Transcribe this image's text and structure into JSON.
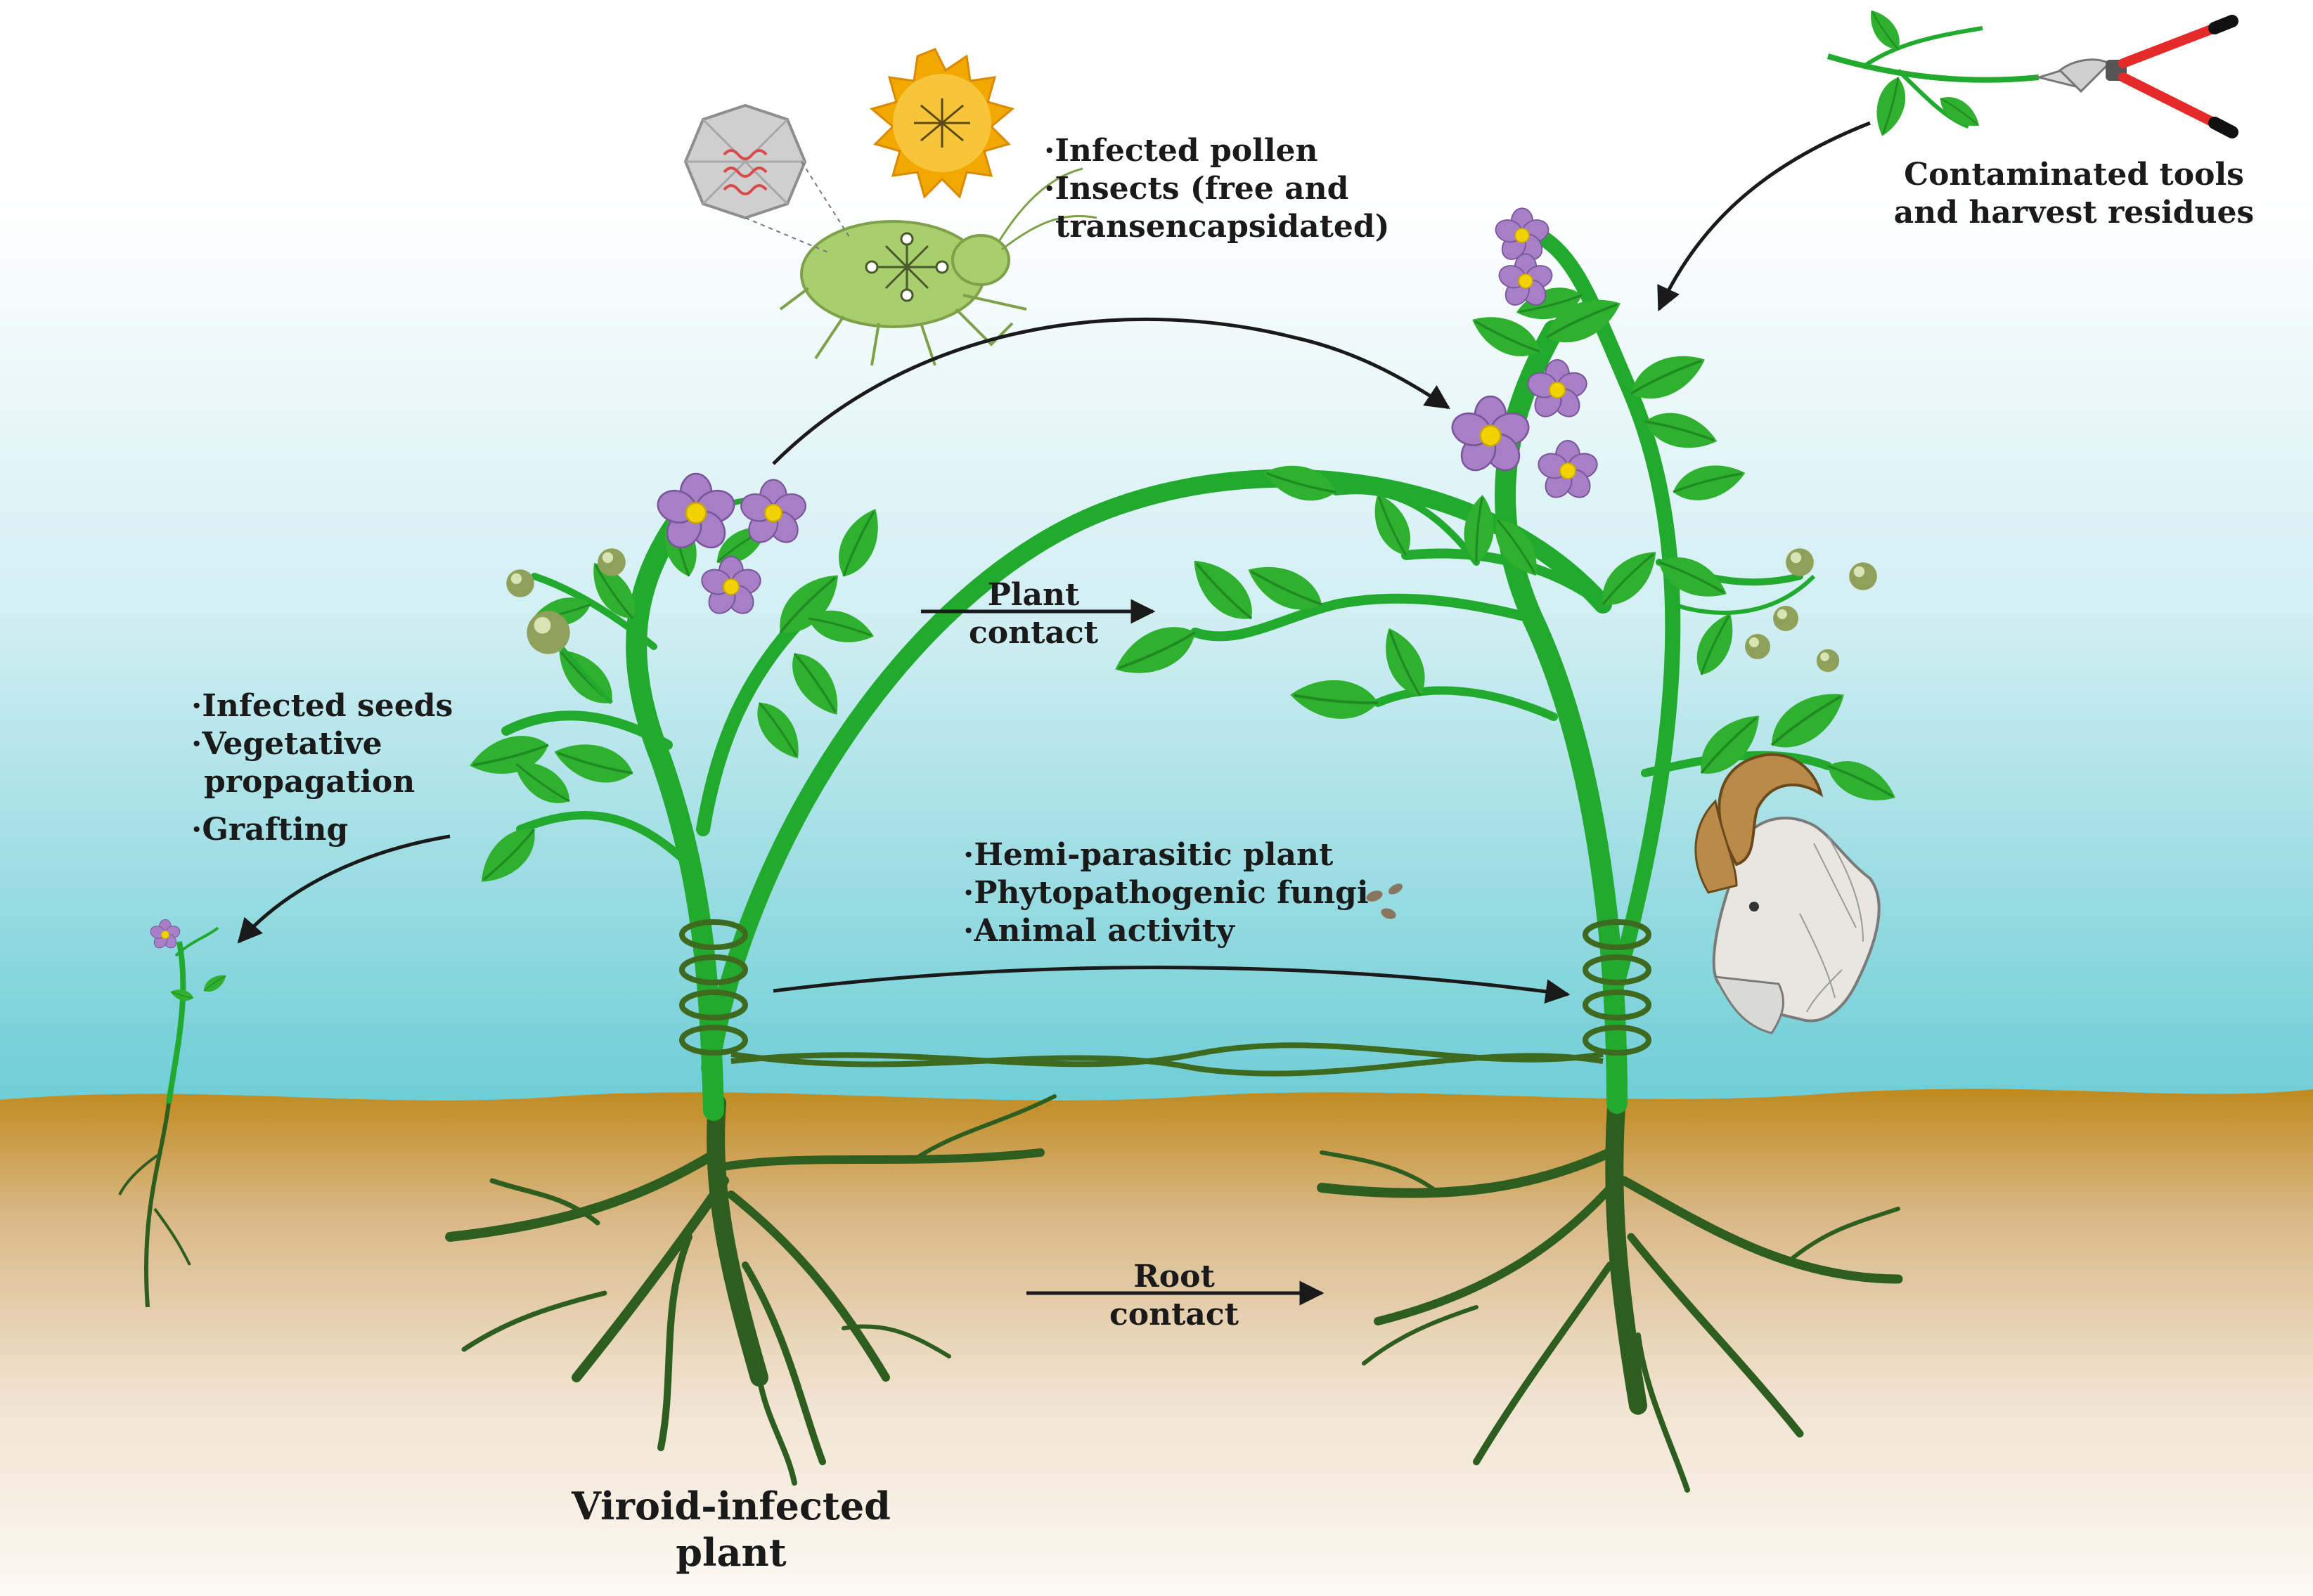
{
  "labels": {
    "insects_pollen": [
      "·Infected pollen",
      "·Insects (free and",
      "transencapsidated)"
    ],
    "tools": [
      "Contaminated tools",
      "and harvest residues"
    ],
    "seeds": [
      "·Infected seeds",
      "·Vegetative",
      "propagation",
      "·Grafting"
    ],
    "plant_contact": [
      "Plant",
      "contact"
    ],
    "hemi": [
      "·Hemi-parasitic plant",
      "·Phytopathogenic fungi",
      "·Animal activity"
    ],
    "root_contact": [
      "Root",
      "contact"
    ],
    "viroid_plant": [
      "Viroid-infected",
      "plant"
    ]
  },
  "icons": [
    "aphid-icon",
    "pollen-icon",
    "viroid-particle-icon",
    "pruning-shears-icon",
    "goat-icon",
    "fungi-spores-icon",
    "flower-icon",
    "berry-icon",
    "seedling-icon"
  ],
  "colors": {
    "sky_top": "#ffffff",
    "sky_mid": "#cfeef3",
    "sky_bottom": "#6fcfd6",
    "soil_top": "#c08a1e",
    "soil_bottom": "#fbf6ef",
    "stem_green": "#22aa2e",
    "leaf_green": "#2fb02f",
    "root_green": "#2e5e1f",
    "flower_purple": "#a77fc7",
    "flower_center": "#f2d200",
    "arrow": "#1a1a1a"
  }
}
